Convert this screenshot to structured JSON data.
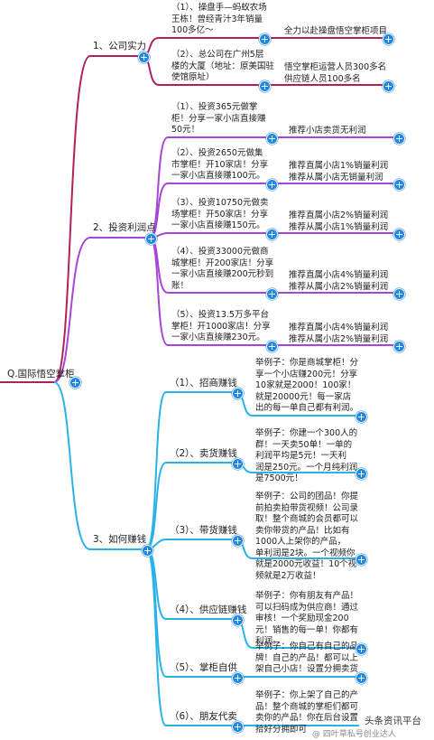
{
  "root": {
    "label": "Q.国际悟空掌柜"
  },
  "branches": {
    "company": {
      "label": "1、公司实力",
      "items": [
        {
          "text": "（1）、操盘手—蚂蚁农场\n王栋！曾经青汁3年销量\n100多亿～",
          "note": "全力以赴操盘悟空掌柜项目"
        },
        {
          "text": "（2）、总公司在广州5层\n楼的大厦（地址：原美国驻\n使馆原址）",
          "note": "悟空掌柜运营人员300多名\n供应链人员100多名"
        }
      ]
    },
    "invest": {
      "label": "2、投资利润点",
      "items": [
        {
          "text": "（1）、投资365元做掌\n柜！分享一家小店直接赚\n50元！",
          "note": "推荐小店卖货无利润"
        },
        {
          "text": "（2）、投资2650元做集\n市掌柜！开10家店！分享\n一家小店直接赚100元。",
          "note": "推荐直属小店1%销量利润\n推荐从属小店无销量利润"
        },
        {
          "text": "（3）、投资10750元做卖\n场掌柜！开50家店！分享\n一家小店直接赚150元。",
          "note": "推荐直属小店2%销量利润\n推荐从属小店1%销量利润"
        },
        {
          "text": "（4）、投资33000元做商\n城掌柜！开200家店！分享\n一家小店直接赚200元秒到\n账！",
          "note": "推荐直属小店4%销量利润\n推荐从属小店2%销量利润"
        },
        {
          "text": "（5）、投资13.5万多平台\n掌柜！开1000家店！分享\n一家小店直接赚230元。",
          "note": "推荐直属小店4%销量利润\n推荐从属小店2%销量利润"
        }
      ]
    },
    "earn": {
      "label": "3、如何赚钱",
      "items": [
        {
          "label": "（1）、招商赚钱",
          "note": "举例子：你是商城掌柜！分\n享一个小店赚200元！分享\n10家就是2000！100家！\n就是20000元！每一家店\n出的每一单自己都有利润。"
        },
        {
          "label": "（2）、卖货赚钱",
          "note": "举例子：你建一个300人的\n群！一天卖50单！一单的\n利润平均是5元！一天利\n润是250元。一个月纯利润\n是7500元！"
        },
        {
          "label": "（3）、带货赚钱",
          "note": "举例子：公司的团品！你提\n前拍卖拍带货视频！公司录\n取！整个商城的会员都可以\n卖你带货的产品！比如有\n1000人上架你的产品，\n单利润是2块。一个视频你\n就是2000元收益！10个视\n频就是2万收益！"
        },
        {
          "label": "（4）、供应链赚钱",
          "note": "举例子：你有朋友有产品！\n可以扫码成为供应商！通过\n审核！一个奖励现金200\n元！销售的每一单！你都有\n利润。"
        },
        {
          "label": "（5）、掌柜自供",
          "note": "举例子：你自己有自己的品\n牌！自己的产品！都可以上\n架自己小店！设置分拥卖货"
        },
        {
          "label": "（6）、朋友代卖",
          "note": "举例子：你上架了自己的产\n品！整个商城的掌柜们都可\n卖你的产品！你在后台设置\n拾好分拥即可"
        }
      ]
    }
  },
  "watermark": "头条资讯平台",
  "watermark_sub": "@ 四叶草私号创业达人",
  "colors": {
    "company": "#b0215a",
    "invest": "#a745d8",
    "earn": "#29b2e8",
    "plus": "#1e88e5"
  }
}
